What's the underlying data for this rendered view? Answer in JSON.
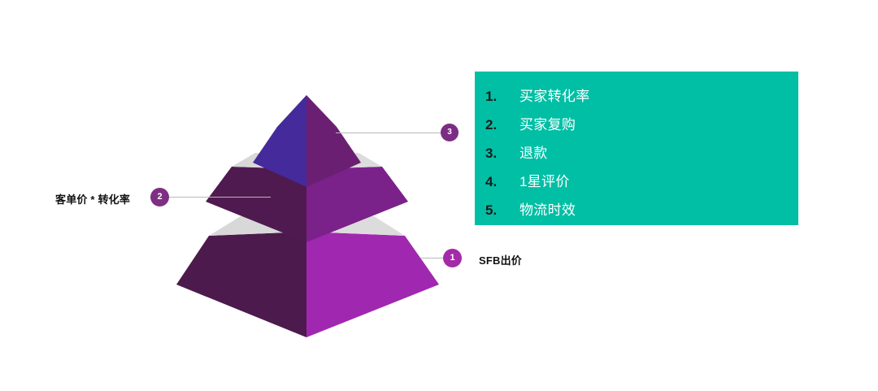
{
  "diagram": {
    "type": "3d-layered-pyramid",
    "background_color": "#ffffff",
    "pyramid": {
      "tiers": [
        {
          "index": 1,
          "position": "bottom",
          "badge": "1",
          "badge_color": "#a32ba8",
          "label": "SFB出价",
          "left_face_color": "#4d1a4d",
          "right_face_color": "#a028b0"
        },
        {
          "index": 2,
          "position": "middle",
          "badge": "2",
          "badge_color": "#7e2f82",
          "label": "客单价 * 转化率",
          "left_face_color": "#4f1a4f",
          "right_face_color": "#7b218a"
        },
        {
          "index": 3,
          "position": "top",
          "badge": "3",
          "badge_color": "#7b2d83",
          "label": "",
          "left_face_color": "#442a9b",
          "right_face_color": "#6b1f73"
        }
      ],
      "gap_color": "#d8d8d8"
    }
  },
  "callout": {
    "background_color": "#00bfa5",
    "number_color": "#1b1b1b",
    "text_color": "#ffffff",
    "items": [
      {
        "num": "1.",
        "text": "买家转化率"
      },
      {
        "num": "2.",
        "text": "买家复购"
      },
      {
        "num": "3.",
        "text": "退款"
      },
      {
        "num": "4.",
        "text": "1星评价"
      },
      {
        "num": "5.",
        "text": "物流时效"
      }
    ]
  },
  "connectors": {
    "color": "#b9b9bd"
  }
}
